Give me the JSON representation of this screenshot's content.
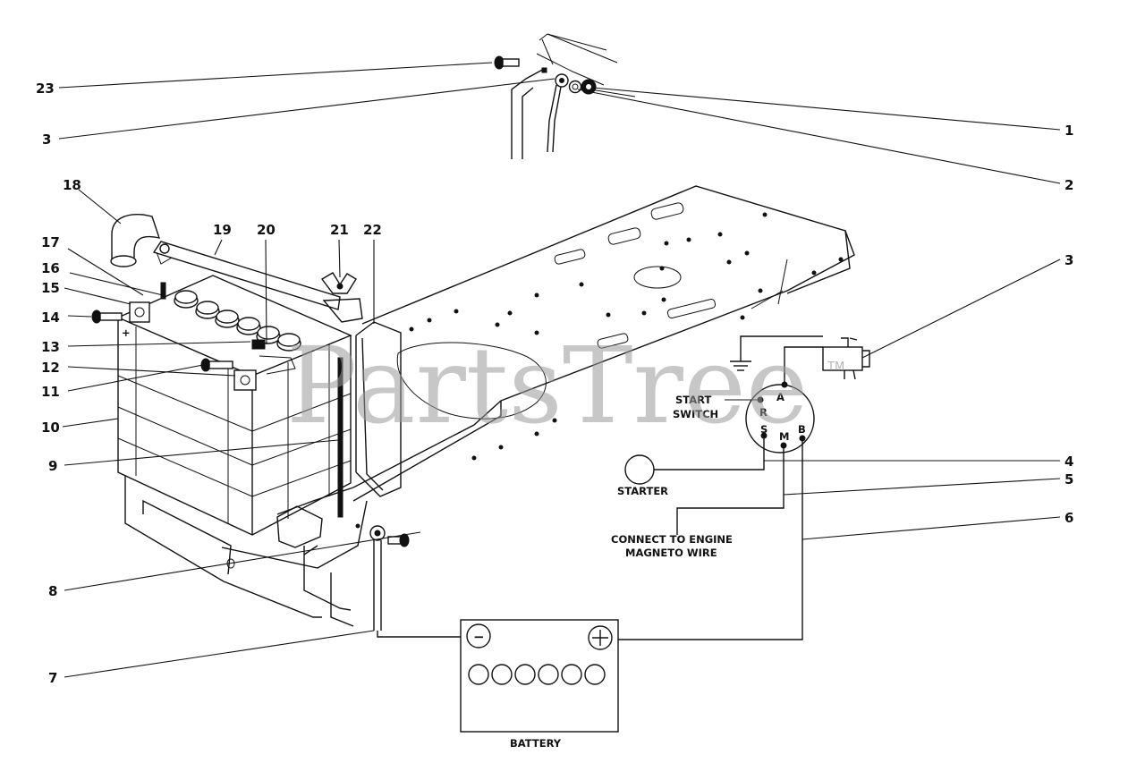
{
  "watermark": {
    "text": "PartsTree",
    "trademark": "TM"
  },
  "labels": {
    "start_switch_line1": "START",
    "start_switch_line2": "SWITCH",
    "starter": "STARTER",
    "connect_line1": "CONNECT TO ENGINE",
    "connect_line2": "MAGNETO WIRE",
    "battery": "BATTERY"
  },
  "switch_terminals": {
    "a": "A",
    "r": "R",
    "s": "S",
    "m": "M",
    "b": "B"
  },
  "battery_symbols": {
    "negative": "−",
    "positive": "+"
  },
  "battery_cover_plus": "+",
  "part_numbers": {
    "p23": "23",
    "p3_top": "3",
    "p1": "1",
    "p2": "2",
    "p18": "18",
    "p19": "19",
    "p20": "20",
    "p21": "21",
    "p22": "22",
    "p17": "17",
    "p16": "16",
    "p15": "15",
    "p14": "14",
    "p13": "13",
    "p12": "12",
    "p11": "11",
    "p10": "10",
    "p9": "9",
    "p8": "8",
    "p7": "7",
    "p3_right": "3",
    "p4": "4",
    "p5": "5",
    "p6": "6"
  },
  "colors": {
    "ink": "#111111",
    "watermark": "#9a9a9a",
    "background": "#ffffff"
  }
}
